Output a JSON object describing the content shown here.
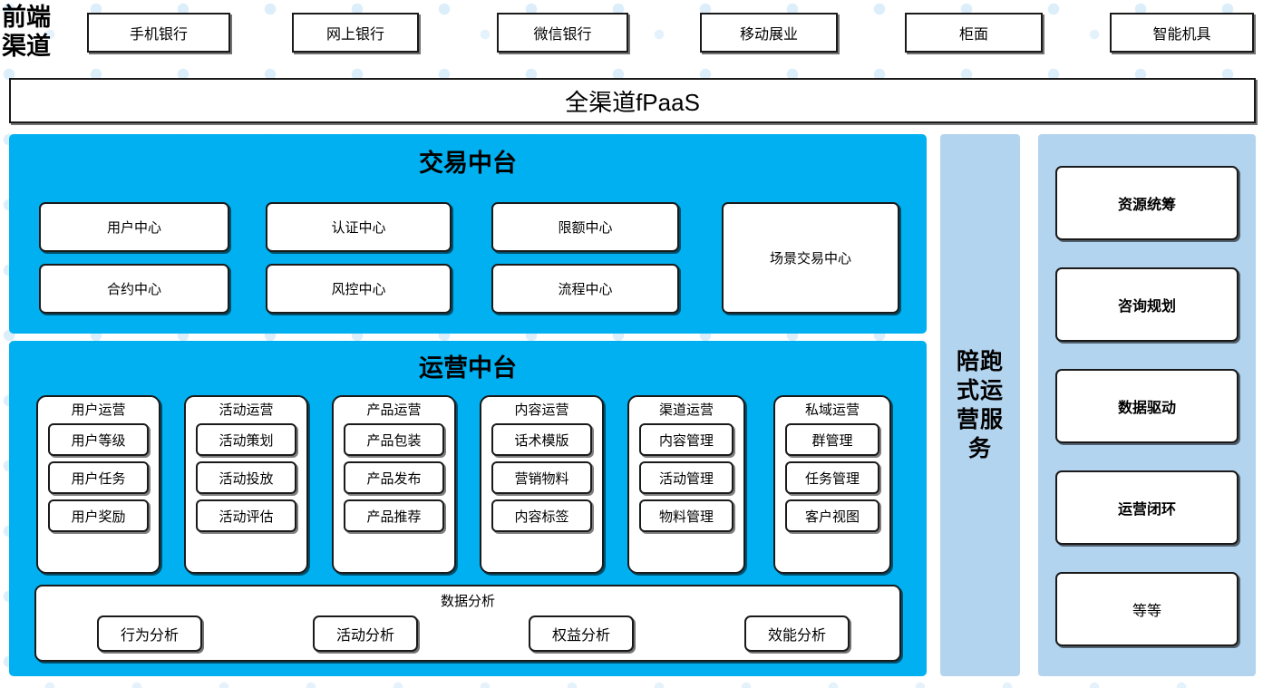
{
  "colors": {
    "cyan_panel": "#00b0f0",
    "light_blue_panel": "#b3d4ef",
    "box_border": "#1a1a1a",
    "box_fill": "#ffffff",
    "background": "#ffffff",
    "background_dots": "#ddeefb"
  },
  "front_channel": {
    "label": "前端\n渠道",
    "items": [
      {
        "label": "手机银行"
      },
      {
        "label": "网上银行"
      },
      {
        "label": "微信银行"
      },
      {
        "label": "移动展业"
      },
      {
        "label": "柜面"
      },
      {
        "label": "智能机具"
      }
    ]
  },
  "fpaas": {
    "label": "全渠道fPaaS"
  },
  "trade_platform": {
    "title": "交易中台",
    "centers": [
      {
        "label": "用户中心"
      },
      {
        "label": "认证中心"
      },
      {
        "label": "限额中心"
      },
      {
        "label": "合约中心"
      },
      {
        "label": "风控中心"
      },
      {
        "label": "流程中心"
      }
    ],
    "scene_center": {
      "label": "场景交易中心"
    }
  },
  "ops_platform": {
    "title": "运营中台",
    "groups": [
      {
        "title": "用户运营",
        "items": [
          "用户等级",
          "用户任务",
          "用户奖励"
        ]
      },
      {
        "title": "活动运营",
        "items": [
          "活动策划",
          "活动投放",
          "活动评估"
        ]
      },
      {
        "title": "产品运营",
        "items": [
          "产品包装",
          "产品发布",
          "产品推荐"
        ]
      },
      {
        "title": "内容运营",
        "items": [
          "话术模版",
          "营销物料",
          "内容标签"
        ]
      },
      {
        "title": "渠道运营",
        "items": [
          "内容管理",
          "活动管理",
          "物料管理"
        ]
      },
      {
        "title": "私域运营",
        "items": [
          "群管理",
          "任务管理",
          "客户视图"
        ]
      }
    ],
    "data_analysis": {
      "title": "数据分析",
      "items": [
        "行为分析",
        "活动分析",
        "权益分析",
        "效能分析"
      ]
    }
  },
  "service_strip": {
    "label": "陪跑式运营服务"
  },
  "right_panel": {
    "items": [
      {
        "label": "资源统筹",
        "bold": true
      },
      {
        "label": "咨询规划",
        "bold": true
      },
      {
        "label": "数据驱动",
        "bold": true
      },
      {
        "label": "运营闭环",
        "bold": true
      },
      {
        "label": "等等",
        "bold": false
      }
    ]
  }
}
